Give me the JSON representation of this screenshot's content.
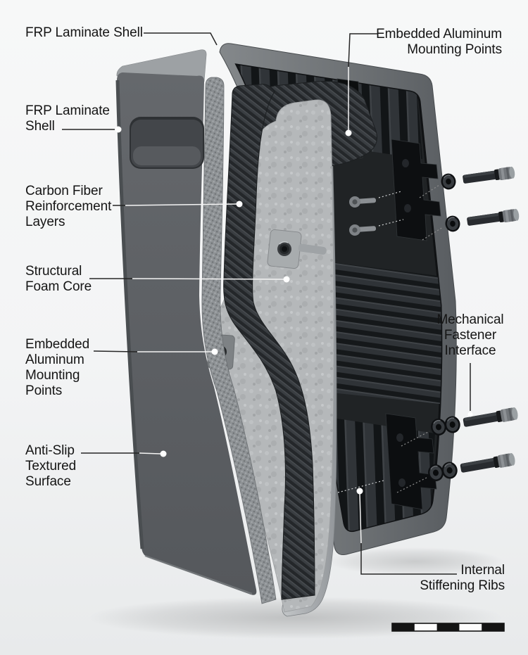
{
  "diagram": {
    "type": "exploded-view",
    "labels": [
      {
        "id": "frp-shell-top",
        "text": "FRP Laminate Shell"
      },
      {
        "id": "embedded-aluminum-top",
        "text": "Embedded Aluminum\nMounting Points"
      },
      {
        "id": "frp-shell-left",
        "text": "FRP Laminate\nShell"
      },
      {
        "id": "carbon-fiber",
        "text": "Carbon Fiber\nReinforcement\nLayers"
      },
      {
        "id": "foam-core",
        "text": "Structural\nFoam Core"
      },
      {
        "id": "embedded-aluminum-left",
        "text": "Embedded\nAluminum\nMounting\nPoints"
      },
      {
        "id": "anti-slip",
        "text": "Anti-Slip\nTextured\nSurface"
      },
      {
        "id": "mechanical-fastener",
        "text": "Mechanical\nFastener\nInterface"
      },
      {
        "id": "internal-ribs",
        "text": "Internal\nStiffening Ribs"
      }
    ]
  },
  "scale_bar": {
    "segments": 5,
    "pattern": "alternating-black-white"
  },
  "colors": {
    "background": "#f2f3f4",
    "front_shell": "#5e6164",
    "rear_shell_rim": "#6f7376",
    "rear_shell_interior": "#202325",
    "carbon_fiber": "#26292c",
    "foam_core": "#b5b8ba",
    "knurl_texture": "#8e9295",
    "label_text": "#151515"
  }
}
